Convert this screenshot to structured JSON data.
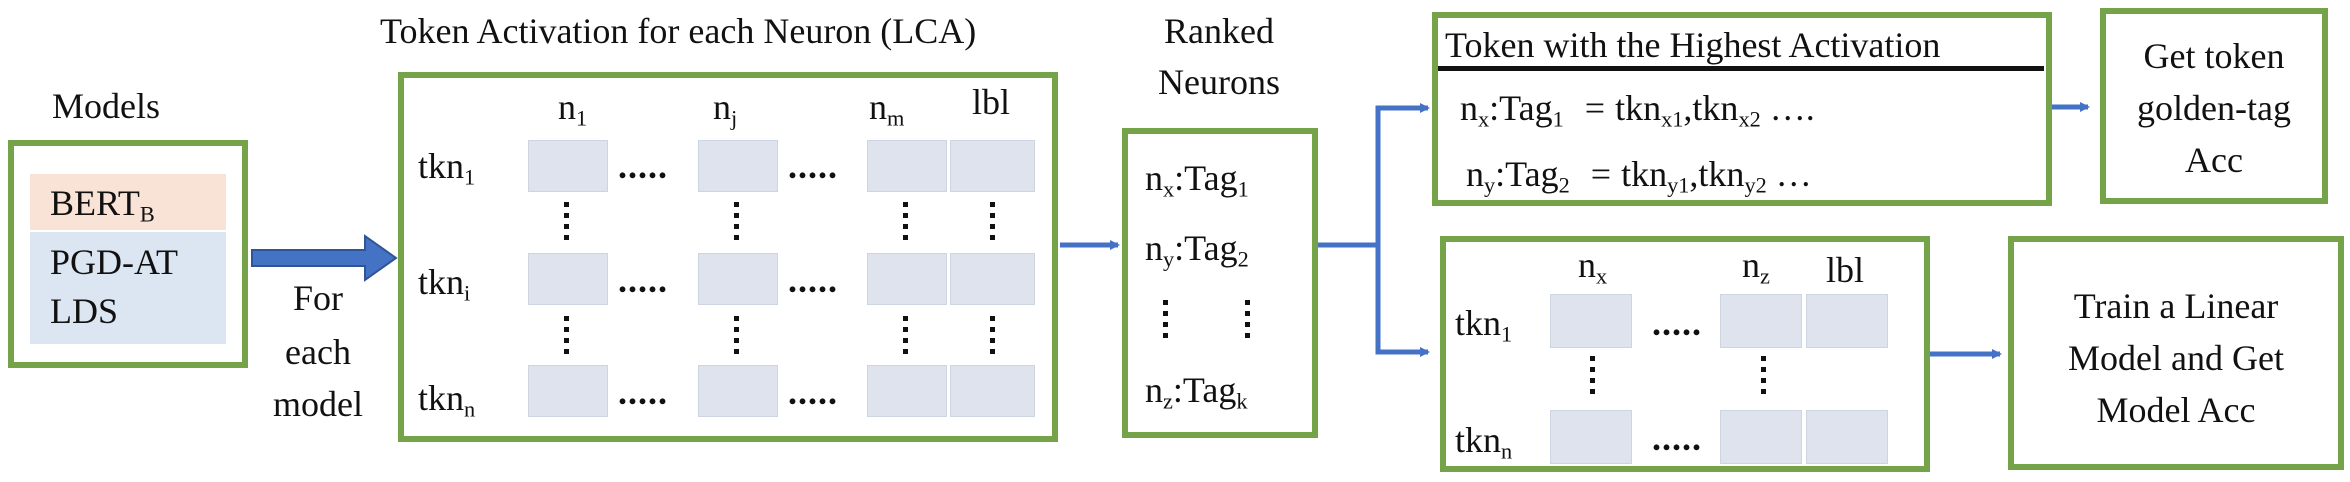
{
  "colors": {
    "box_border": "#74a34a",
    "arrow": "#4472c4",
    "cell": "#dee3ed",
    "bert": "#f8e3d6",
    "pgd": "#dce6f2"
  },
  "models": {
    "title": "Models",
    "bert": "BERT",
    "bert_sub": "B",
    "pgd": "PGD-AT",
    "lds": "LDS",
    "for_each": [
      "For",
      "each",
      "model"
    ]
  },
  "lca": {
    "title": "Token Activation for each Neuron (LCA)",
    "cols": [
      {
        "n": "n",
        "s": "1"
      },
      {
        "n": "n",
        "s": "j"
      },
      {
        "n": "n",
        "s": "m"
      },
      {
        "n": "lbl",
        "s": ""
      }
    ],
    "rows": [
      {
        "n": "tkn",
        "s": "1"
      },
      {
        "n": "tkn",
        "s": "i"
      },
      {
        "n": "tkn",
        "s": "n"
      }
    ],
    "hdots": "....."
  },
  "ranked": {
    "title": [
      "Ranked",
      "Neurons"
    ],
    "items": [
      {
        "n": "n",
        "ns": "x",
        "t": ":Tag",
        "ts": "1"
      },
      {
        "n": "n",
        "ns": "y",
        "t": ":Tag",
        "ts": "2"
      },
      {
        "n": "n",
        "ns": "z",
        "t": ":Tag",
        "ts": "k"
      }
    ]
  },
  "highest": {
    "title": "Token with the Highest Activation",
    "line1": {
      "n": "n",
      "ns": "x",
      "t": ":Tag",
      "ts": "1",
      "eq": "=",
      "a": "tkn",
      "as": "x1",
      "b": ",tkn",
      "bs": "x2",
      "tail": " …."
    },
    "line2": {
      "n": "n",
      "ns": "y",
      "t": ":Tag",
      "ts": "2",
      "eq": "=",
      "a": "tkn",
      "as": "y1",
      "b": ",tkn",
      "bs": "y2",
      "tail": " …"
    }
  },
  "golden": {
    "lines": [
      "Get token",
      "golden-tag",
      "Acc"
    ]
  },
  "small": {
    "cols": [
      {
        "n": "n",
        "s": "x"
      },
      {
        "n": "n",
        "s": "z"
      },
      {
        "n": "lbl",
        "s": ""
      }
    ],
    "rows": [
      {
        "n": "tkn",
        "s": "1"
      },
      {
        "n": "tkn",
        "s": "n"
      }
    ],
    "hdots": "....."
  },
  "train": {
    "lines": [
      "Train a Linear",
      "Model and Get",
      "Model Acc"
    ]
  }
}
